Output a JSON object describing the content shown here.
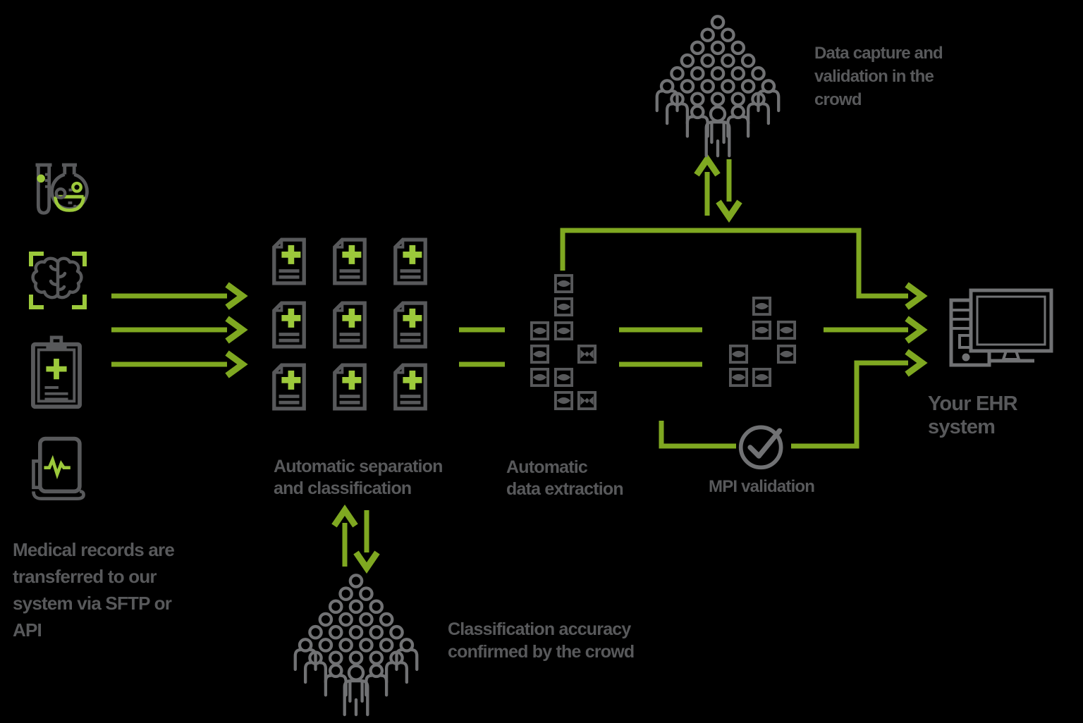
{
  "colors": {
    "background": "#000000",
    "green": "#7FA821",
    "green_bright": "#9CC93B",
    "gray": "#58595B",
    "gray_mid": "#717274"
  },
  "labels": {
    "sources_caption": "Medical records are\ntransferred to our\nsystem via SFTP or\nAPI",
    "separation": "Automatic separation\nand classification",
    "extraction": "Automatic\ndata extraction",
    "mpi": "MPI validation",
    "crowd_top": "Data capture and\nvalidation in the\ncrowd",
    "crowd_bottom": "Classification accuracy\nconfirmed by the crowd",
    "ehr": "Your EHR system"
  },
  "icons": {
    "sources": [
      "lab-flask-icon",
      "brain-scan-icon",
      "medical-clipboard-icon",
      "medical-records-device-icon"
    ],
    "pipeline": [
      "document-grid-icon",
      "data-fragment-icons",
      "crowd-icon-top",
      "crowd-icon-bottom",
      "checkmark-circle-icon",
      "ehr-computer-icon"
    ]
  }
}
